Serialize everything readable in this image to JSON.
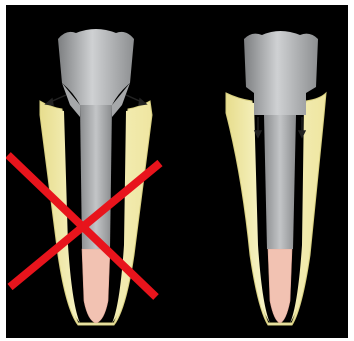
{
  "figure": {
    "panels": [
      {
        "id": "left",
        "verdict": "incorrect",
        "mark_color": "#e8141c",
        "force_direction": "outward"
      },
      {
        "id": "right",
        "verdict": "correct",
        "force_direction": "apical"
      }
    ],
    "colors": {
      "background": "#000000",
      "root": "#f4efb0",
      "root_edge": "#d8cf80",
      "post": "#9ea0a2",
      "core": "#a6a8aa",
      "core_highlight": "#cfd1d3",
      "gutta_percha": "#f2c2b2",
      "arrow": "#222222"
    }
  }
}
